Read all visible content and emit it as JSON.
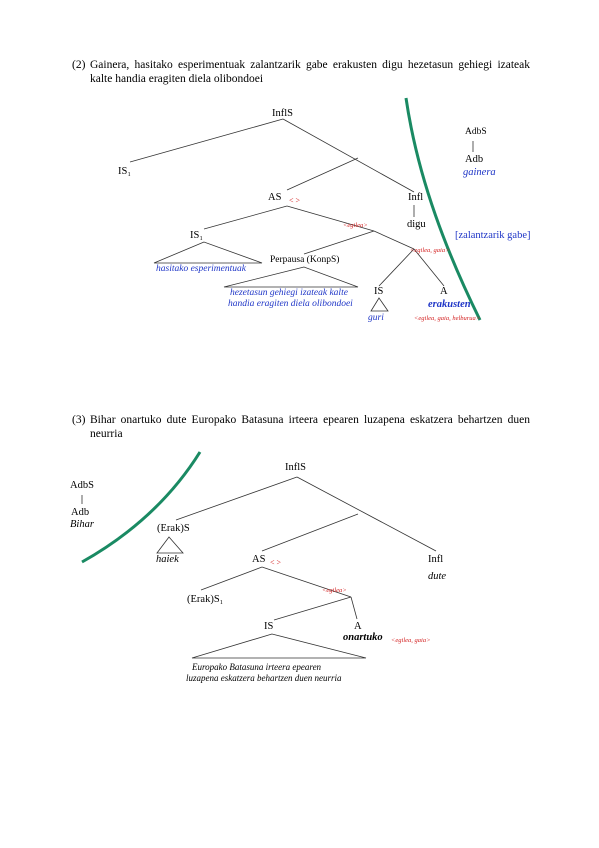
{
  "example2": {
    "number": "(2)",
    "sentence": "Gainera, hasitako esperimentuak zalantzarik gabe erakusten digu hezetasun gehiegi izateak kalte handia eragiten diela olibondoei",
    "nodes": {
      "infls": "InflS",
      "is1": "IS₁",
      "as": "AS",
      "as_mark": "< >",
      "infl": "Infl",
      "digu": "digu",
      "adbs": "AdbS",
      "adb": "Adb",
      "gainera": "gainera",
      "zalantzarik": "[zalantzarik gabe]",
      "is1b": "IS₁",
      "hasitako": "hasitako esperimentuak",
      "egilea": "<egilea>",
      "perpausa": "Perpausa (KonpS)",
      "hezetasun1": "hezetasun gehiegi izateak kalte",
      "hezetasun2": "handia eragiten diela olibondoei",
      "egilea_gaia": "<egilea, gaia>",
      "is": "IS",
      "guri": "guri",
      "a": "A",
      "erakusten": "erakusten",
      "erakusten_args": "<egilea, gaia, helburua>"
    }
  },
  "example3": {
    "number": "(3)",
    "sentence": "Bihar onartuko dute Europako Batasuna irteera epearen luzapena eskatzera behartzen duen neurria",
    "nodes": {
      "infls": "InflS",
      "adbs": "AdbS",
      "adb": "Adb",
      "bihar": "Bihar",
      "eraks": "(Erak)S",
      "haiek": "haiek",
      "as": "AS",
      "as_mark": "< >",
      "infl": "Infl",
      "dute": "dute",
      "egilea": "<egilea>",
      "eraks1": "(Erak)S₁",
      "is": "IS",
      "a": "A",
      "onartuko": "onartuko",
      "onartuko_args": "<egilea, gaia>",
      "europako1": "Europako Batasuna irteera epearen",
      "europako2": "luzapena eskatzera behartzen duen neurria"
    }
  },
  "colors": {
    "blue": "#1f36c7",
    "red": "#d32020",
    "arc": "#1a8a63"
  }
}
